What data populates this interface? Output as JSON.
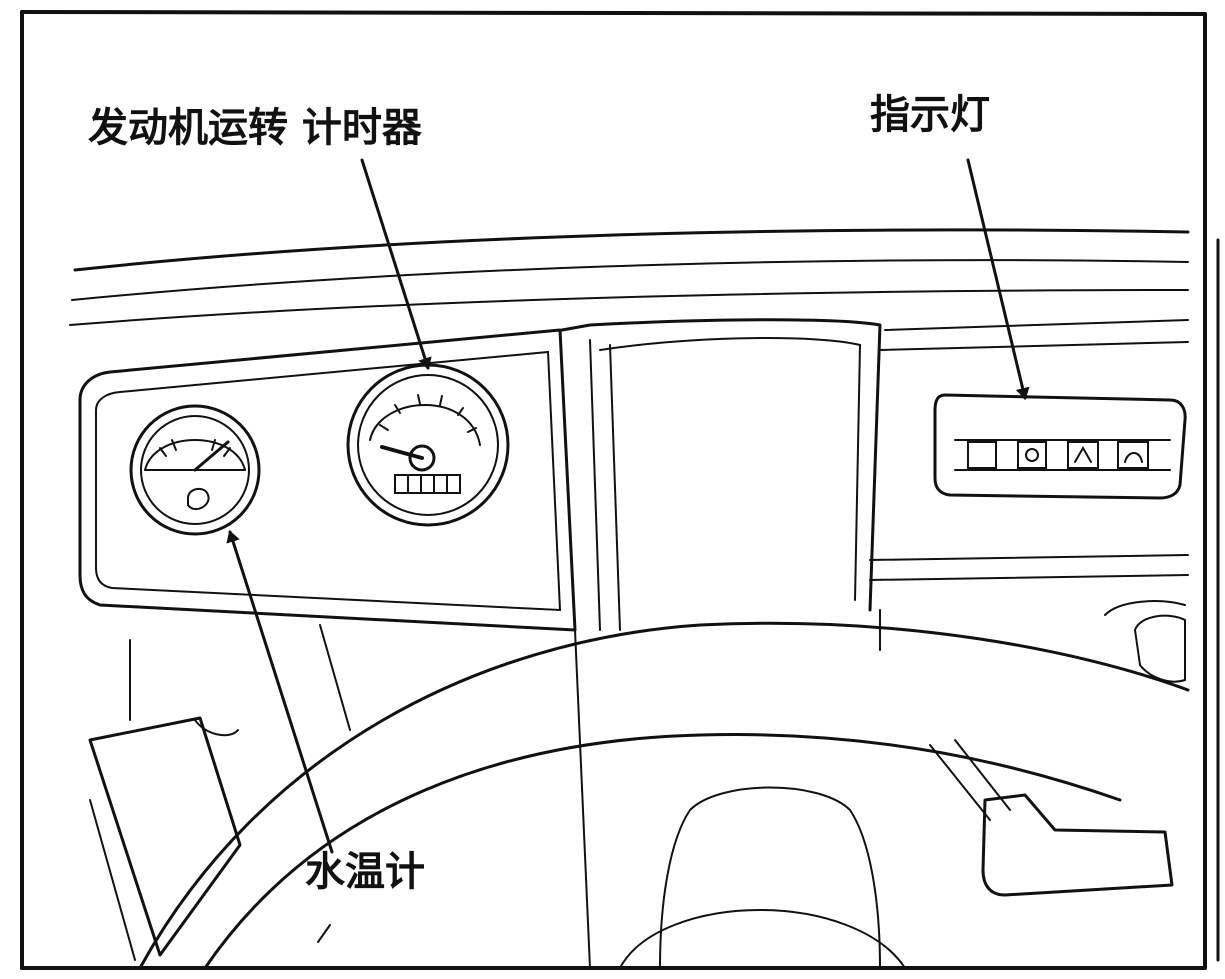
{
  "labels": {
    "hour_meter": "发动机运转 计时器",
    "indicator_lights": "指示灯",
    "water_temp_gauge": "水温计"
  },
  "colors": {
    "ink": "#111111",
    "paper": "#ffffff"
  }
}
